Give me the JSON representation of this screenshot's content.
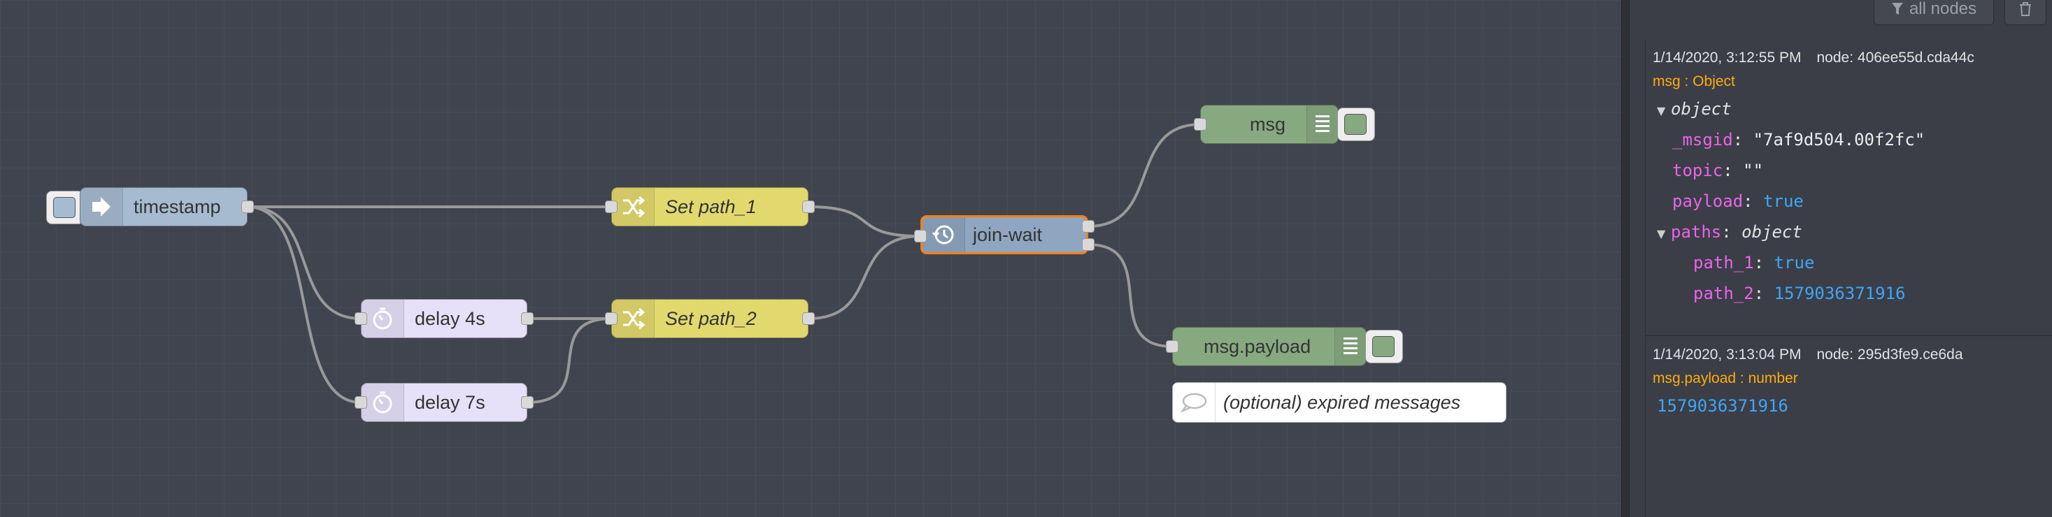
{
  "flow": {
    "nodes": {
      "timestamp": {
        "label": "timestamp",
        "icon": "arrow-right-icon",
        "color": "#a6bbcf"
      },
      "set_path_1": {
        "label": "Set path_1",
        "icon": "shuffle-icon",
        "color": "#e2d96e"
      },
      "set_path_2": {
        "label": "Set path_2",
        "icon": "shuffle-icon",
        "color": "#e2d96e"
      },
      "delay_4s": {
        "label": "delay 4s",
        "icon": "timer-icon",
        "color": "#e6e0f8"
      },
      "delay_7s": {
        "label": "delay 7s",
        "icon": "timer-icon",
        "color": "#e6e0f8"
      },
      "join_wait": {
        "label": "join-wait",
        "icon": "history-icon",
        "color": "#8fa6c1",
        "selected_border": "#ff7f0e"
      },
      "msg_debug": {
        "label": "msg",
        "icon": "list-icon",
        "color": "#87a980"
      },
      "payload_debug": {
        "label": "msg.payload",
        "icon": "list-icon",
        "color": "#87a980"
      },
      "comment": {
        "label": "(optional) expired messages",
        "icon": "speech-bubble-icon"
      }
    }
  },
  "sidebar": {
    "filter_label": "all nodes",
    "filter_icon": "filter-icon",
    "clear_icon": "trash-icon",
    "messages": [
      {
        "timestamp": "1/14/2020, 3:12:55 PM",
        "node": "node: 406ee55d.cda44c",
        "type": "msg : Object",
        "tree": {
          "root": "object",
          "msgid_key": "_msgid",
          "msgid_val": "\"7af9d504.00f2fc\"",
          "topic_key": "topic",
          "topic_val": "\"\"",
          "payload_key": "payload",
          "payload_val": "true",
          "paths_key": "paths",
          "paths_val": "object",
          "path1_key": "path_1",
          "path1_val": "true",
          "path2_key": "path_2",
          "path2_val": "1579036371916"
        }
      },
      {
        "timestamp": "1/14/2020, 3:13:04 PM",
        "node": "node: 295d3fe9.ce6da",
        "type": "msg.payload : number",
        "value": "1579036371916"
      }
    ]
  }
}
